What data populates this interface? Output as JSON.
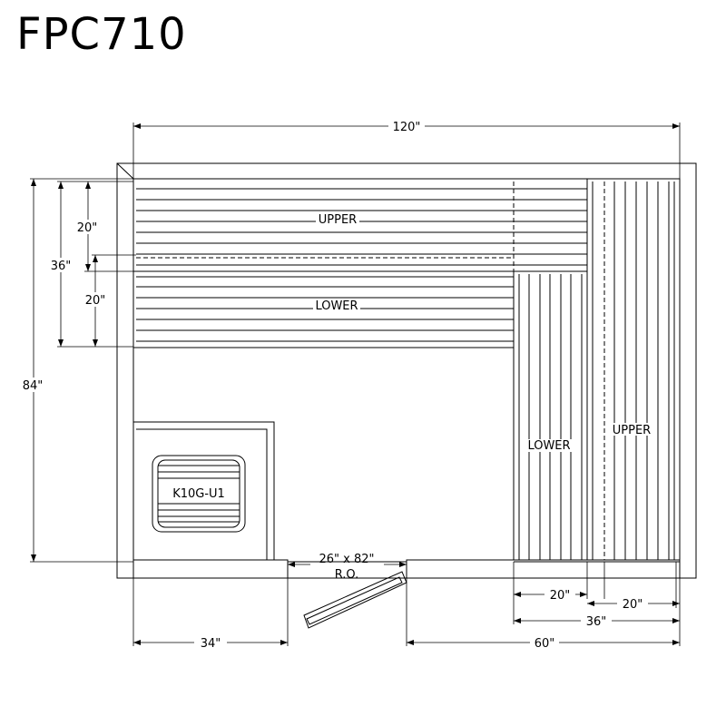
{
  "title": "FPC710",
  "dimensions": {
    "overall_width": "120\"",
    "overall_depth": "84\"",
    "upper_bench_width": "20\"",
    "total_bench_36": "36\"",
    "lower_bench_width": "20\"",
    "left_wall_run": "34\"",
    "right_wall_run": "60\"",
    "right_lower_20": "20\"",
    "right_upper_20": "20\"",
    "right_total_36": "36\""
  },
  "door": {
    "size": "26\" x 82\"",
    "ro": "R.O."
  },
  "benches": {
    "upper_top": "UPPER",
    "lower_top": "LOWER",
    "lower_right": "LOWER",
    "upper_right": "UPPER"
  },
  "heater": {
    "model": "K10G-U1"
  },
  "colors": {
    "line": "#000000",
    "background": "#ffffff"
  }
}
